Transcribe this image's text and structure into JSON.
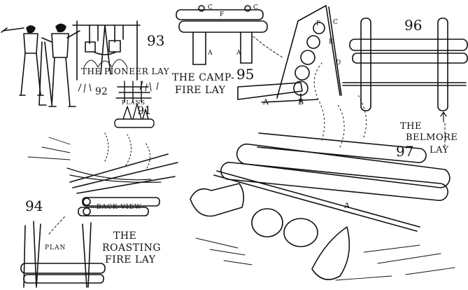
{
  "figures": {
    "fig93": {
      "number": "93",
      "caption": "THE PIONEER LAY"
    },
    "fig92": {
      "number": "92",
      "caption": "PLANS"
    },
    "fig91": {
      "number": "91"
    },
    "fig95": {
      "number": "95",
      "caption_line1": "THE CAMP-",
      "caption_line2": "FIRE LAY"
    },
    "fig96": {
      "number": "96"
    },
    "fig97": {
      "number": "97",
      "caption_line1": "THE",
      "caption_line2": "BELMORE",
      "caption_line3": "LAY"
    },
    "fig94": {
      "number": "94",
      "back_view": "BACK VIEW",
      "plan": "PLAN",
      "caption_line1": "THE",
      "caption_line2": "ROASTING",
      "caption_line3": "FIRE LAY"
    }
  },
  "letters": {
    "fig95": [
      "C",
      "F",
      "C",
      "A",
      "A",
      "A",
      "B",
      "C",
      "E",
      "D",
      "F"
    ],
    "fig97": [
      "A"
    ]
  }
}
